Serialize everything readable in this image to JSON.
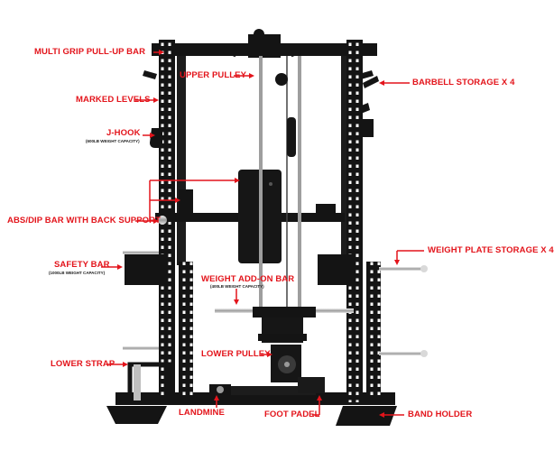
{
  "colors": {
    "label_red": "#e3141b",
    "frame_black": "#141414",
    "chrome": "#c8c8c8",
    "background": "#ffffff"
  },
  "labels": {
    "multi_grip_pullup_bar": "MULTI GRIP PULL-UP BAR",
    "upper_pulley": "UPPER PULLEY",
    "barbell_storage": "BARBELL STORAGE X 4",
    "marked_levels": "MARKED LEVELS",
    "j_hook": "J-HOOK",
    "j_hook_capacity": "(600LB WEIGHT CAPACITY)",
    "abs_dip_bar": "ABS/DIP BAR WITH BACK SUPPORT",
    "weight_plate_storage": "WEIGHT PLATE STORAGE X 4",
    "safety_bar": "SAFETY BAR",
    "safety_bar_capacity": "(1000LB WEIGHT CAPACITY)",
    "weight_addon_bar": "WEIGHT ADD-ON BAR",
    "weight_addon_capacity": "(400LB WEIGHT CAPACITY)",
    "lower_strap": "LOWER STRAP",
    "lower_pulley": "LOWER PULLEY",
    "landmine": "LANDMINE",
    "foot_padel": "FOOT PADEL",
    "band_holder": "BAND HOLDER"
  }
}
